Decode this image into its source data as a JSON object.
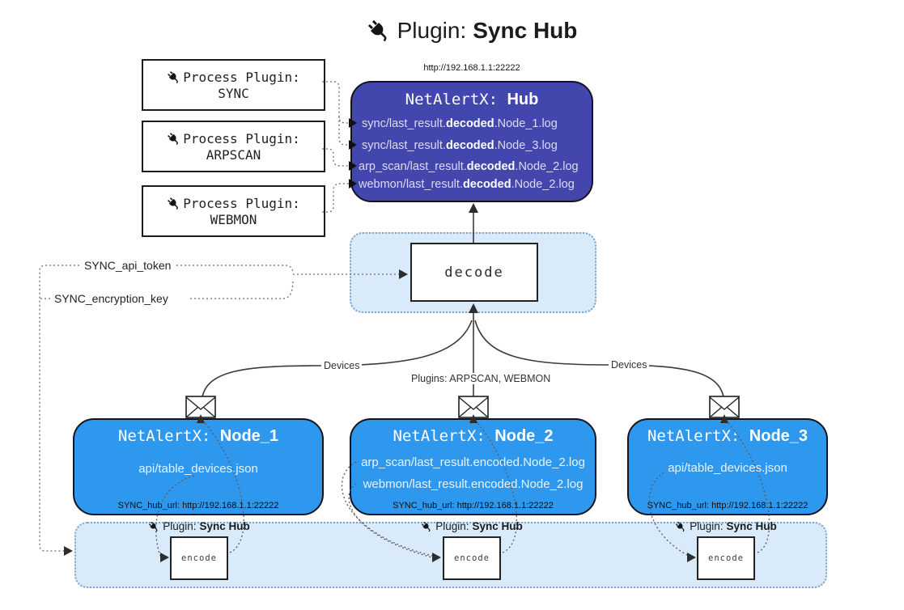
{
  "title": {
    "prefix": "Plugin:",
    "name": "Sync Hub"
  },
  "hub": {
    "url": "http://192.168.1.1:22222",
    "title_prefix": "NetAlertX:",
    "title_name": "Hub",
    "files": [
      {
        "pre": "sync/last_result.",
        "bold": "decoded",
        "post": ".Node_1.log"
      },
      {
        "pre": "sync/last_result.",
        "bold": "decoded",
        "post": ".Node_3.log"
      },
      {
        "pre": "arp_scan/last_result.",
        "bold": "decoded",
        "post": ".Node_2.log"
      },
      {
        "pre": "webmon/last_result.",
        "bold": "decoded",
        "post": ".Node_2.log"
      }
    ]
  },
  "process_plugins": [
    {
      "label": "Process Plugin:",
      "name": "SYNC"
    },
    {
      "label": "Process Plugin:",
      "name": "ARPSCAN"
    },
    {
      "label": "Process Plugin:",
      "name": "WEBMON"
    }
  ],
  "settings": {
    "api_token": "SYNC_api_token",
    "encryption_key": "SYNC_encryption_key"
  },
  "decode": {
    "label": "decode"
  },
  "edges": {
    "devices_left": "Devices",
    "plugins_center": "Plugins: ARPSCAN, WEBMON",
    "devices_right": "Devices"
  },
  "nodes": [
    {
      "title_prefix": "NetAlertX:",
      "title_name": "Node_1",
      "files": [
        "api/table_devices.json"
      ],
      "hub_url": "SYNC_hub_url: http://192.168.1.1:22222"
    },
    {
      "title_prefix": "NetAlertX:",
      "title_name": "Node_2",
      "files": [
        "arp_scan/last_result.encoded.Node_2.log",
        "webmon/last_result.encoded.Node_2.log"
      ],
      "hub_url": "SYNC_hub_url: http://192.168.1.1:22222"
    },
    {
      "title_prefix": "NetAlertX:",
      "title_name": "Node_3",
      "files": [
        "api/table_devices.json"
      ],
      "hub_url": "SYNC_hub_url: http://192.168.1.1:22222"
    }
  ],
  "encode_band": {
    "plugin_prefix": "Plugin:",
    "plugin_name": "Sync Hub",
    "encode_label": "encode"
  },
  "icons": {
    "plug": "plug-icon",
    "envelope": "envelope-icon"
  },
  "colors": {
    "hub_fill": "#4347ad",
    "node_fill": "#2e97ee",
    "panel_fill": "#d9eafa",
    "panel_border": "#7fa3c8",
    "solid_line": "#3a3a3a",
    "dotted_line": "#6e6e6e"
  }
}
